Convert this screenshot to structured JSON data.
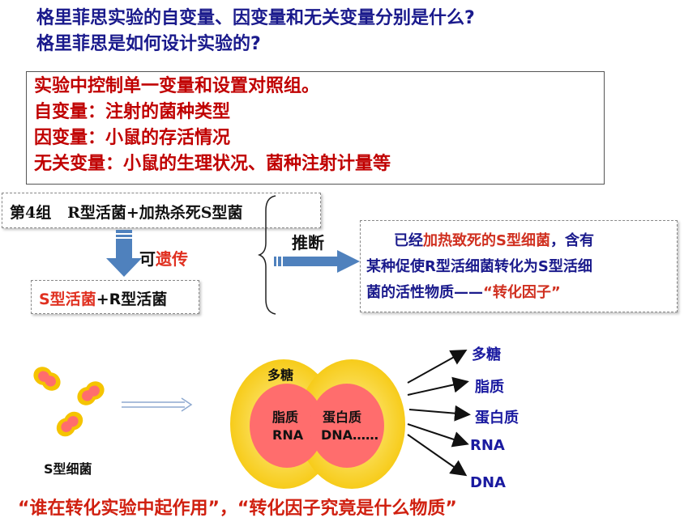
{
  "questions": {
    "q1": "格里菲思实验的自变量、因变量和无关变量分别是什么?",
    "q2": "格里菲思是如何设计实验的?"
  },
  "answers": [
    "实验中控制单一变量和设置对照组。",
    "自变量：注射的菌种类型",
    "因变量：小鼠的存活情况",
    "无关变量：小鼠的生理状况、菌种注射计量等"
  ],
  "group4": {
    "label": "第4组",
    "content": "R型活菌+加热杀死S型菌"
  },
  "heredity": {
    "prefix": "可",
    "highlight": "遗传"
  },
  "result": {
    "part1": "S型活菌",
    "part2": "+R型活菌"
  },
  "infer_label": "推断",
  "conclusion": {
    "indent": "已经",
    "hl1": "加热致死的S型细菌",
    "t1": "，含有",
    "line2": "某种促使R型活细菌转化为S型活细",
    "t3a": "菌的活性物质——",
    "hl2": "“转化因子”"
  },
  "bacteria_label": "S型细菌",
  "cell": {
    "outer": "多糖",
    "inner1": "脂质",
    "inner2": "蛋白质",
    "inner3": "RNA",
    "inner4": "DNA……"
  },
  "components": [
    "多糖",
    "脂质",
    "蛋白质",
    "RNA",
    "DNA"
  ],
  "bottom_text": "“谁在转化实验中起作用”，“转化因子究竟是什么物质”",
  "colors": {
    "question": "#1a1a8c",
    "answer": "#c00000",
    "highlight": "#d03020",
    "arrow_blue": "#4f81bd",
    "cell_outer": "#f5c400",
    "cell_inner": "#ff6d6d"
  }
}
